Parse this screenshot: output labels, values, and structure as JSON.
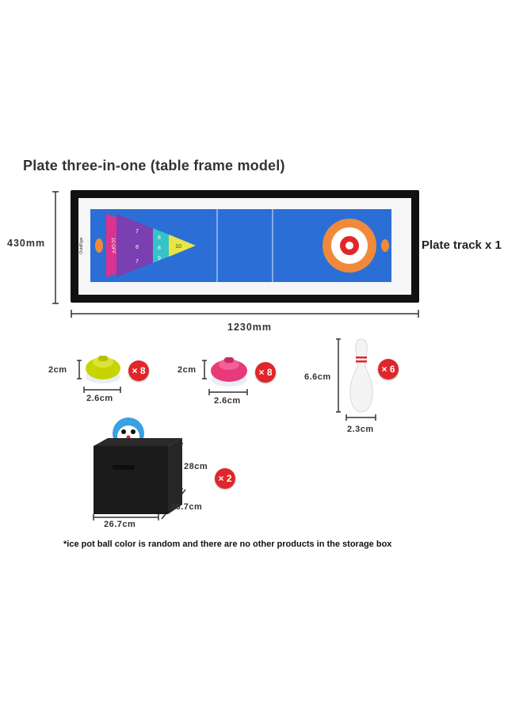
{
  "title": "Plate three-in-one (table frame model)",
  "board": {
    "height_label": "430mm",
    "width_label": "1230mm",
    "side_label": "Plate track x 1",
    "zone_numbers": [
      "7",
      "8",
      "9",
      "10",
      "7",
      "8",
      "8"
    ],
    "zone_text": "10 OFF",
    "brand_text": "OutdRgie",
    "colors": {
      "frame": "#111111",
      "track": "#2b6fd6",
      "ring_outer": "#f08a3a",
      "ring_inner": "#e0262a",
      "tri_magenta": "#d9338f",
      "tri_purple": "#7a3fb0",
      "tri_teal": "#33c3c8",
      "tri_yellow": "#e8e640"
    }
  },
  "items": {
    "yellow_stone": {
      "height": "2cm",
      "width": "2.6cm",
      "qty": "× 8",
      "color": "#c8d400"
    },
    "pink_stone": {
      "height": "2cm",
      "width": "2.6cm",
      "qty": "× 8",
      "color": "#e83a78"
    },
    "pin": {
      "height": "6.6cm",
      "width": "2.3cm",
      "qty": "× 6"
    },
    "box": {
      "height": "28cm",
      "depth": "26.7cm",
      "width": "26.7cm",
      "qty": "× 2"
    }
  },
  "note": "*ice pot ball color is random and there are no other products in the storage box"
}
